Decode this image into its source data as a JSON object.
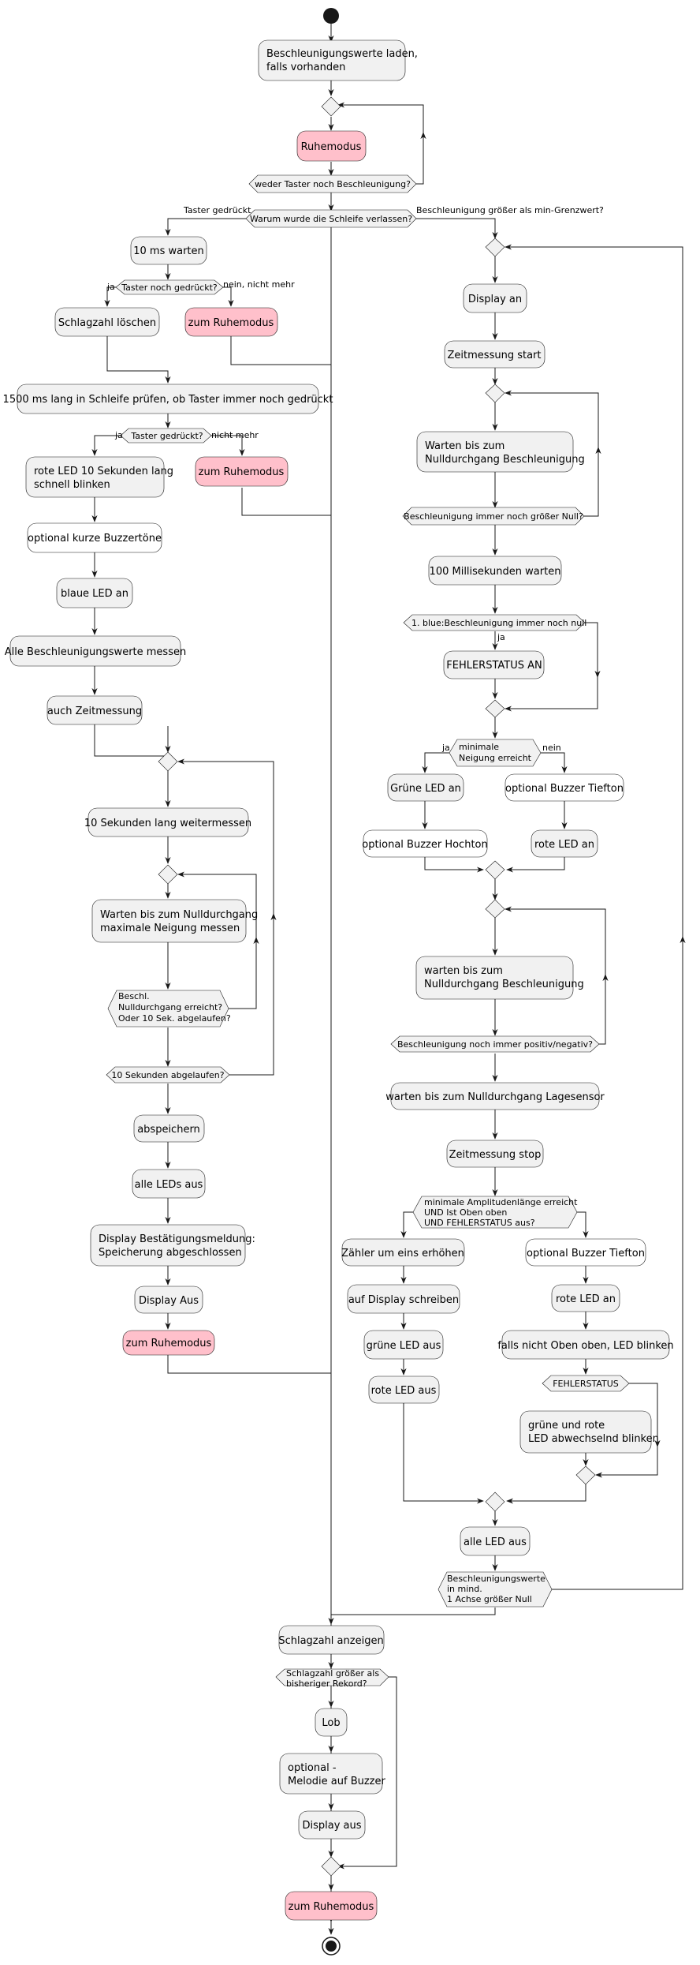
{
  "nodes": {
    "load_values": [
      "Beschleunigungswerte laden,",
      "falls vorhanden"
    ],
    "ruhemodus": "Ruhemodus",
    "loop_cond": "weder Taster noch Beschleunigung?",
    "why_left": "Warum wurde die Schleife verlassen?",
    "branch_taster": "Taster gedrückt",
    "branch_accel": "Beschleunigung größer als min-Grenzwert?",
    "wait10": "10 ms warten",
    "taster_noch": "Taster noch gedrückt?",
    "ja": "ja",
    "nein_nicht_mehr": "nein, nicht mehr",
    "schlagzahl_loeschen": "Schlagzahl löschen",
    "zum_ruhemodus": "zum Ruhemodus",
    "check1500": "1500 ms lang in Schleife prüfen, ob Taster immer noch gedrückt",
    "taster_gedrueckt": "Taster gedrückt?",
    "nicht_mehr": "nicht mehr",
    "rote_led_blink": [
      "rote LED 10 Sekunden lang",
      "schnell blinken"
    ],
    "buzzer_kurz": "optional kurze Buzzertöne",
    "blaue_led": "blaue LED an",
    "alle_messen": "Alle Beschleunigungswerte messen",
    "auch_zeit": "auch Zeitmessung",
    "zehn_sek": "10 Sekunden lang weitermessen",
    "warten_max": [
      "Warten bis zum Nulldurchgang",
      "maximale Neigung messen"
    ],
    "beschl_cond": [
      "Beschl.",
      "Nulldurchgang erreicht?",
      "Oder 10 Sek. abgelaufen?"
    ],
    "zehn_abgelaufen": "10 Sekunden abgelaufen?",
    "abspeichern": "abspeichern",
    "alle_leds_aus": "alle LEDs aus",
    "display_bestaetigung": [
      "Display Bestätigungsmeldung:",
      "Speicherung abgeschlossen"
    ],
    "display_aus_left": "Display Aus",
    "display_an": "Display an",
    "zeitmessung_start": "Zeitmessung start",
    "warten_null": [
      "Warten bis zum",
      "Nulldurchgang Beschleunigung"
    ],
    "beschl_groesser_null": "Beschleunigung immer noch größer Null?",
    "hundert_ms": "100 Millisekunden warten",
    "blue_cond": "1. blue:Beschleunigung immer noch null",
    "fehlerstatus_an": "FEHLERSTATUS AN",
    "min_neigung": [
      "minimale",
      "Neigung erreicht"
    ],
    "nein": "nein",
    "gruene_led_an": "Grüne LED an",
    "buzzer_tiefton": "optional Buzzer Tiefton",
    "buzzer_hochton": "optional Buzzer Hochton",
    "rote_led_an": "rote LED an",
    "warten_null2": [
      "warten bis zum",
      "Nulldurchgang Beschleunigung"
    ],
    "beschl_pos_neg": "Beschleunigung noch immer positiv/negativ?",
    "warten_lage": "warten bis zum Nulldurchgang Lagesensor",
    "zeitmessung_stop": "Zeitmessung stop",
    "amplitude_cond": [
      "minimale Amplitudenlänge erreicht",
      "UND Ist Oben oben",
      "UND FEHLERSTATUS aus?"
    ],
    "zaehler": "Zähler um eins erhöhen",
    "display_schreiben": "auf Display schreiben",
    "gruene_led_aus": "grüne LED aus",
    "rote_led_aus": "rote LED aus",
    "buzzer_tiefton2": "optional Buzzer Tiefton",
    "rote_led_an2": "rote LED an",
    "oben_blink": "falls nicht Oben oben, LED blinken",
    "fehlerstatus": "FEHLERSTATUS",
    "gruen_rot": [
      "grüne und rote",
      "LED abwechselnd blinken"
    ],
    "alle_led_aus": "alle LED aus",
    "beschl_werte_cond": [
      "Beschleunigungswerte",
      "in mind.",
      "1 Achse größer Null"
    ],
    "schlagzahl_anzeigen": "Schlagzahl anzeigen",
    "rekord_cond": [
      "Schlagzahl größer als",
      "bisheriger Rekord?"
    ],
    "lob": "Lob",
    "melodie": [
      "optional -",
      "Melodie auf Buzzer"
    ],
    "display_aus": "Display aus"
  },
  "colors": {
    "action": "#f1f1f1",
    "sleep": "#ffc0cb",
    "optional": "#ffffff",
    "line": "#181818"
  }
}
